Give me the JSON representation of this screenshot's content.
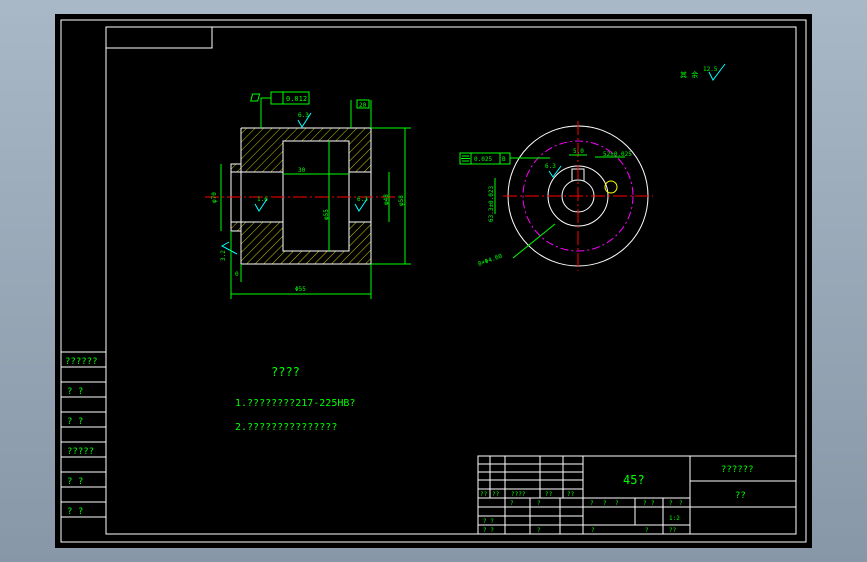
{
  "colors": {
    "frame": "#ffffff",
    "outline": "#ffffff",
    "dimension": "#00ff00",
    "center_line": "#ff0000",
    "phantom": "#ff00ff",
    "hatch": "#ffff00",
    "leader": "#00ffff",
    "background": "#000000"
  },
  "icons": {
    "surface_finish": "surface-roughness-symbol",
    "flatness": "flatness-tolerance-icon",
    "symmetry": "symmetry-tolerance-icon"
  },
  "left_panel": {
    "rows": [
      {
        "text": "??????"
      },
      {
        "text": "?   ?"
      },
      {
        "text": "?   ?"
      },
      {
        "text": "?????"
      },
      {
        "text": "?   ?"
      },
      {
        "text": "?   ?"
      }
    ]
  },
  "roughness_corner": {
    "label": "其 余",
    "value": "12.5"
  },
  "section_view": {
    "flatness_tol": "0.012",
    "roughness_top": "6.3",
    "roughness_bore": "1.6",
    "roughness_face": "6.3",
    "roughness_side": "3.2",
    "dim_top": "20",
    "dim_bore_len": "30",
    "dim_outer_left": "φ70",
    "dim_inner": "φ55",
    "dim_right_inner": "φ48",
    "dim_right_outer": "φ58",
    "dim_length": "Φ55",
    "dim_zero": "0"
  },
  "end_view": {
    "symmetry_tol": "0.025",
    "symmetry_datum": "B",
    "keyway_width": "5.0",
    "keyway_tol": "52±0.025",
    "roughness_key": "6.3",
    "depth_dim": "63.3±0.023",
    "bolt_circle": "8×Φ4.60"
  },
  "notes": {
    "title": "????",
    "line1": "1.????????217-225HB?",
    "line2": "2.???????????????"
  },
  "title_block": {
    "material": "45?",
    "drawing_name": "??????",
    "drawing_number": "??",
    "header_cells": [
      "??",
      "??",
      "????",
      "??",
      "??"
    ],
    "scale_headers": [
      "?",
      "?",
      "?",
      "?",
      "?",
      "?",
      "?",
      "?"
    ],
    "scale_value": "1:2",
    "rows": [
      "? ?",
      "? ?"
    ],
    "small_cells": [
      "?",
      "?",
      "?",
      "?"
    ],
    "mid_labels": [
      "??"
    ]
  }
}
